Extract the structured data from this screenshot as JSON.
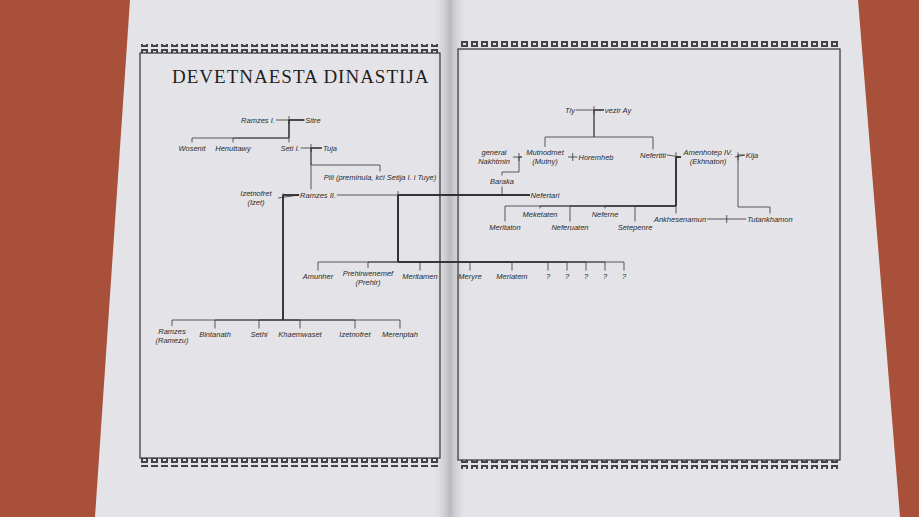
{
  "diagram": {
    "title": "DEVETNAESTA DINASTIJA",
    "nodes": [
      {
        "text": [
          "Ramzes I."
        ]
      },
      {
        "text": [
          "Sitre"
        ]
      },
      {
        "text": [
          "Tiy"
        ]
      },
      {
        "text": [
          "vezir Ay"
        ]
      },
      {
        "text": [
          "Wosenit"
        ]
      },
      {
        "text": [
          "Henuttawy"
        ]
      },
      {
        "text": [
          "Seti I."
        ]
      },
      {
        "text": [
          "Tuja"
        ]
      },
      {
        "text": [
          "general Nakhtmin"
        ]
      },
      {
        "text": [
          "Mutnodmet (Mutny)"
        ]
      },
      {
        "text": [
          "Horemheb"
        ]
      },
      {
        "text": [
          "Nefertiti"
        ]
      },
      {
        "text": [
          "Amenhotep IV. (Ekhnaton)"
        ]
      },
      {
        "text": [
          "Kija"
        ]
      },
      {
        "text": [
          "Pili (preminula, kći Setija I. i Tuye)"
        ]
      },
      {
        "text": [
          "Baraka"
        ]
      },
      {
        "text": [
          "Nefertari"
        ]
      },
      {
        "text": [
          "Izetnofret (Izet)"
        ]
      },
      {
        "text": [
          "Ramzes II."
        ]
      },
      {
        "text": [
          "Meketaten"
        ]
      },
      {
        "text": [
          "Neferne"
        ]
      },
      {
        "text": [
          "Ankhesenamun"
        ]
      },
      {
        "text": [
          "Tutankhamon"
        ]
      },
      {
        "text": [
          "Meritaton"
        ]
      },
      {
        "text": [
          "Neferuaten"
        ]
      },
      {
        "text": [
          "Setepenre"
        ]
      },
      {
        "text": [
          "Amunher"
        ]
      },
      {
        "text": [
          "Prehirwenemef (Prehir)"
        ]
      },
      {
        "text": [
          "Meritamen"
        ]
      },
      {
        "text": [
          "Meryre"
        ]
      },
      {
        "text": [
          "Meriatem"
        ]
      },
      {
        "text": [
          "?"
        ]
      },
      {
        "text": [
          "?"
        ]
      },
      {
        "text": [
          "?"
        ]
      },
      {
        "text": [
          "?"
        ]
      },
      {
        "text": [
          "?"
        ]
      },
      {
        "text": [
          "Ramzes (Ramezu)"
        ]
      },
      {
        "text": [
          "Bintanath"
        ]
      },
      {
        "text": [
          "Sethi"
        ]
      },
      {
        "text": [
          "Khaemwaset"
        ]
      },
      {
        "text": [
          "Izetnofret"
        ]
      },
      {
        "text": [
          "Merenptah"
        ]
      }
    ],
    "edges": [
      {
        "from": 0,
        "to": 1,
        "arrow": "none"
      },
      {
        "from": 2,
        "to": 3,
        "arrow": "none"
      },
      {
        "from": 6,
        "to": 7,
        "arrow": "none"
      },
      {
        "from": 8,
        "to": 9,
        "arrow": "none"
      },
      {
        "from": 9,
        "to": 10,
        "arrow": "none"
      },
      {
        "from": 11,
        "to": 12,
        "arrow": "none"
      },
      {
        "from": 12,
        "to": 13,
        "arrow": "none"
      },
      {
        "from": 17,
        "to": 18,
        "arrow": "none"
      },
      {
        "from": 18,
        "to": 16,
        "arrow": "none"
      },
      {
        "from": 21,
        "to": 22,
        "arrow": "none"
      },
      {
        "from": 1,
        "to": 4,
        "arrow": "none"
      },
      {
        "from": 1,
        "to": 5,
        "arrow": "none"
      },
      {
        "from": 1,
        "to": 6,
        "arrow": "none"
      },
      {
        "from": 7,
        "to": 14,
        "arrow": "none"
      },
      {
        "from": 7,
        "to": 18,
        "arrow": "none"
      },
      {
        "from": 18,
        "to": 36,
        "arrow": "none"
      },
      {
        "from": 18,
        "to": 37,
        "arrow": "none"
      },
      {
        "from": 18,
        "to": 38,
        "arrow": "none"
      },
      {
        "from": 18,
        "to": 39,
        "arrow": "none"
      },
      {
        "from": 18,
        "to": 40,
        "arrow": "none"
      },
      {
        "from": 18,
        "to": 41,
        "arrow": "none"
      },
      {
        "from": 16,
        "to": 26,
        "arrow": "none"
      },
      {
        "from": 16,
        "to": 27,
        "arrow": "none"
      },
      {
        "from": 16,
        "to": 28,
        "arrow": "none"
      },
      {
        "from": 16,
        "to": 29,
        "arrow": "none"
      },
      {
        "from": 16,
        "to": 30,
        "arrow": "none"
      },
      {
        "from": 16,
        "to": 31,
        "arrow": "none"
      },
      {
        "from": 16,
        "to": 32,
        "arrow": "none"
      },
      {
        "from": 16,
        "to": 33,
        "arrow": "none"
      },
      {
        "from": 16,
        "to": 34,
        "arrow": "none"
      },
      {
        "from": 16,
        "to": 35,
        "arrow": "none"
      },
      {
        "from": 3,
        "to": 9,
        "arrow": "none"
      },
      {
        "from": 3,
        "to": 11,
        "arrow": "none"
      },
      {
        "from": 9,
        "to": 15,
        "arrow": "none"
      },
      {
        "from": 15,
        "to": 16,
        "arrow": "none"
      },
      {
        "from": 12,
        "to": 19,
        "arrow": "none"
      },
      {
        "from": 12,
        "to": 20,
        "arrow": "none"
      },
      {
        "from": 12,
        "to": 21,
        "arrow": "none"
      },
      {
        "from": 12,
        "to": 23,
        "arrow": "none"
      },
      {
        "from": 12,
        "to": 24,
        "arrow": "none"
      },
      {
        "from": 12,
        "to": 25,
        "arrow": "none"
      },
      {
        "from": 13,
        "to": 22,
        "arrow": "none"
      }
    ]
  }
}
